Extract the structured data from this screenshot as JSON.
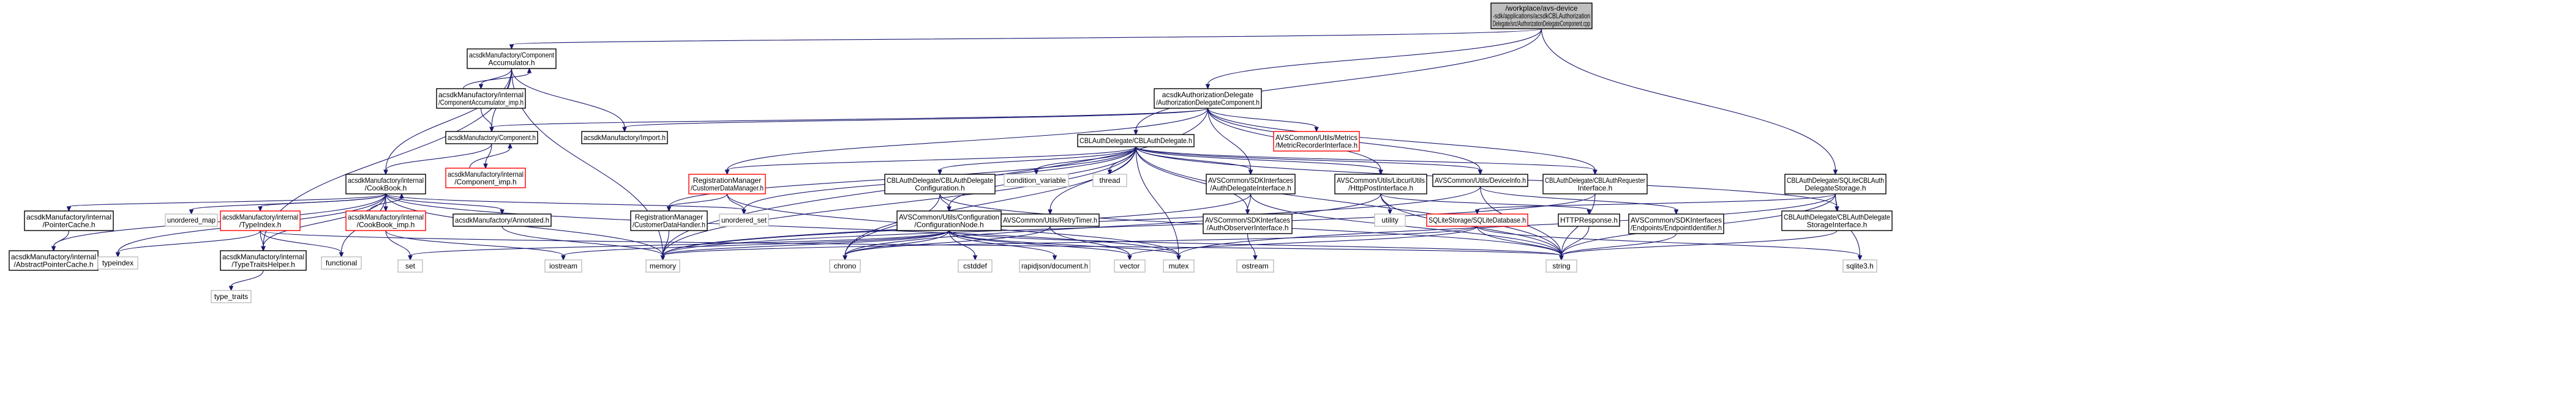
{
  "nodes": {
    "root": {
      "lines": [
        "/workplace/avs-device",
        "-sdk/applications/acsdkCBLAuthorization",
        "Delegate/src/AuthorizationDelegateComponent.cpp"
      ]
    },
    "componentAccumulator": {
      "lines": [
        "acsdkManufactory/Component",
        "Accumulator.h"
      ]
    },
    "componentAccumulatorImp": {
      "lines": [
        "acsdkManufactory/internal",
        "/ComponentAccumulator_imp.h"
      ]
    },
    "component": {
      "lines": [
        "acsdkManufactory/Component.h"
      ]
    },
    "componentImp": {
      "lines": [
        "acsdkManufactory/internal",
        "/Component_imp.h"
      ]
    },
    "cookBook": {
      "lines": [
        "acsdkManufactory/internal",
        "/CookBook.h"
      ]
    },
    "cookBookImp": {
      "lines": [
        "acsdkManufactory/internal",
        "/CookBook_imp.h"
      ]
    },
    "pointerCache": {
      "lines": [
        "acsdkManufactory/internal",
        "/PointerCache.h"
      ]
    },
    "abstractPointerCache": {
      "lines": [
        "acsdkManufactory/internal",
        "/AbstractPointerCache.h"
      ]
    },
    "typeIndex": {
      "lines": [
        "acsdkManufactory/internal",
        "/TypeIndex.h"
      ]
    },
    "typeTraitsHelper": {
      "lines": [
        "acsdkManufactory/internal",
        "/TypeTraitsHelper.h"
      ]
    },
    "annotated": {
      "lines": [
        "acsdkManufactory/Annotated.h"
      ]
    },
    "import": {
      "lines": [
        "acsdkManufactory/Import.h"
      ]
    },
    "authDelegateComponent": {
      "lines": [
        "acsdkAuthorizationDelegate",
        "/AuthorizationDelegateComponent.h"
      ]
    },
    "metricRecorder": {
      "lines": [
        "AVSCommon/Utils/Metrics",
        "/MetricRecorderInterface.h"
      ]
    },
    "cblAuthDelegate": {
      "lines": [
        "CBLAuthDelegate/CBLAuthDelegate.h"
      ]
    },
    "registrationManager": {
      "lines": [
        "RegistrationManager",
        "/CustomerDataManager.h"
      ]
    },
    "customerDataHandler": {
      "lines": [
        "RegistrationManager",
        "/CustomerDataHandler.h"
      ]
    },
    "cblConfiguration": {
      "lines": [
        "CBLAuthDelegate/CBLAuthDelegate",
        "Configuration.h"
      ]
    },
    "configurationNode": {
      "lines": [
        "AVSCommon/Utils/Configuration",
        "/ConfigurationNode.h"
      ]
    },
    "retryTimer": {
      "lines": [
        "AVSCommon/Utils/RetryTimer.h"
      ]
    },
    "authDelegateInterface": {
      "lines": [
        "AVSCommon/SDKInterfaces",
        "/AuthDelegateInterface.h"
      ]
    },
    "authObserverInterface": {
      "lines": [
        "AVSCommon/SDKInterfaces",
        "/AuthObserverInterface.h"
      ]
    },
    "httpPost": {
      "lines": [
        "AVSCommon/Utils/LibcurlUtils",
        "/HttpPostInterface.h"
      ]
    },
    "httpResponse": {
      "lines": [
        "HTTPResponse.h"
      ]
    },
    "deviceInfo": {
      "lines": [
        "AVSCommon/Utils/DeviceInfo.h"
      ]
    },
    "endpointIdentifier": {
      "lines": [
        "AVSCommon/SDKInterfaces",
        "/Endpoints/EndpointIdentifier.h"
      ]
    },
    "cblRequester": {
      "lines": [
        "CBLAuthDelegate/CBLAuthRequester",
        "Interface.h"
      ]
    },
    "sqliteCblStorage": {
      "lines": [
        "CBLAuthDelegate/SQLiteCBLAuth",
        "DelegateStorage.h"
      ]
    },
    "sqliteDatabase": {
      "lines": [
        "SQLiteStorage/SQLiteDatabase.h"
      ]
    },
    "storageInterface": {
      "lines": [
        "CBLAuthDelegate/CBLAuthDelegate",
        "StorageInterface.h"
      ]
    },
    "unorderedMap": {
      "lines": [
        "unordered_map"
      ]
    },
    "unorderedSet": {
      "lines": [
        "unordered_set"
      ]
    },
    "typeindex": {
      "lines": [
        "typeindex"
      ]
    },
    "functional": {
      "lines": [
        "functional"
      ]
    },
    "typeTraits": {
      "lines": [
        "type_traits"
      ]
    },
    "set": {
      "lines": [
        "set"
      ]
    },
    "iostream": {
      "lines": [
        "iostream"
      ]
    },
    "memory": {
      "lines": [
        "memory"
      ]
    },
    "conditionVariable": {
      "lines": [
        "condition_variable"
      ]
    },
    "thread": {
      "lines": [
        "thread"
      ]
    },
    "chrono": {
      "lines": [
        "chrono"
      ]
    },
    "cstddef": {
      "lines": [
        "cstddef"
      ]
    },
    "rapidjson": {
      "lines": [
        "rapidjson/document.h"
      ]
    },
    "vector": {
      "lines": [
        "vector"
      ]
    },
    "mutex": {
      "lines": [
        "mutex"
      ]
    },
    "utility": {
      "lines": [
        "utility"
      ]
    },
    "ostream": {
      "lines": [
        "ostream"
      ]
    },
    "string": {
      "lines": [
        "string"
      ]
    },
    "sqlite3": {
      "lines": [
        "sqlite3.h"
      ]
    }
  },
  "colors": {
    "edge": "#191970",
    "root_fill": "#bfbfbf",
    "documented_border": "#000000",
    "truncated_border": "#ff0000",
    "system_header_border": "#bfbfbf"
  }
}
